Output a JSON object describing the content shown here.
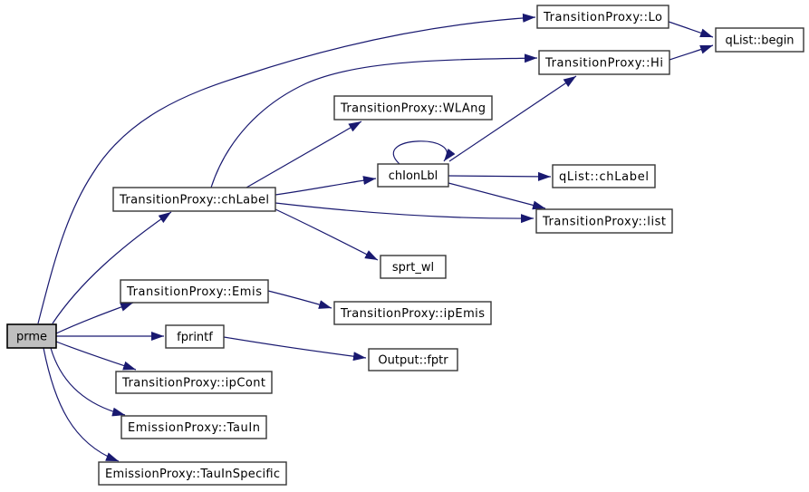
{
  "diagram": {
    "type": "call-graph",
    "colors": {
      "background": "#ffffff",
      "edge": "#191970",
      "node_border": "#363636",
      "node_fill": "#ffffff",
      "root_node_fill": "#bfbfbf",
      "text": "#000000"
    },
    "nodes": [
      {
        "id": "prme",
        "label": "prme",
        "root": true
      },
      {
        "id": "lo",
        "label": "TransitionProxy::Lo",
        "root": false
      },
      {
        "id": "begin",
        "label": "qList::begin",
        "root": false
      },
      {
        "id": "hi",
        "label": "TransitionProxy::Hi",
        "root": false
      },
      {
        "id": "wlang",
        "label": "TransitionProxy::WLAng",
        "root": false
      },
      {
        "id": "chionlbl",
        "label": "chIonLbl",
        "root": false
      },
      {
        "id": "qlist-chlabel",
        "label": "qList::chLabel",
        "root": false
      },
      {
        "id": "chlabel",
        "label": "TransitionProxy::chLabel",
        "root": false
      },
      {
        "id": "list",
        "label": "TransitionProxy::list",
        "root": false
      },
      {
        "id": "sprt-wl",
        "label": "sprt_wl",
        "root": false
      },
      {
        "id": "emis",
        "label": "TransitionProxy::Emis",
        "root": false
      },
      {
        "id": "ipemis",
        "label": "TransitionProxy::ipEmis",
        "root": false
      },
      {
        "id": "fprintf",
        "label": "fprintf",
        "root": false
      },
      {
        "id": "fptr",
        "label": "Output::fptr",
        "root": false
      },
      {
        "id": "ipcont",
        "label": "TransitionProxy::ipCont",
        "root": false
      },
      {
        "id": "tauin",
        "label": "EmissionProxy::TauIn",
        "root": false
      },
      {
        "id": "tauinspecific",
        "label": "EmissionProxy::TauInSpecific",
        "root": false
      }
    ],
    "edges": [
      {
        "from": "prme",
        "to": "lo"
      },
      {
        "from": "prme",
        "to": "chlabel"
      },
      {
        "from": "prme",
        "to": "emis"
      },
      {
        "from": "prme",
        "to": "fprintf"
      },
      {
        "from": "prme",
        "to": "ipcont"
      },
      {
        "from": "prme",
        "to": "tauin"
      },
      {
        "from": "prme",
        "to": "tauinspecific"
      },
      {
        "from": "lo",
        "to": "begin"
      },
      {
        "from": "hi",
        "to": "begin"
      },
      {
        "from": "chlabel",
        "to": "hi"
      },
      {
        "from": "chlabel",
        "to": "wlang"
      },
      {
        "from": "chlabel",
        "to": "chionlbl"
      },
      {
        "from": "chlabel",
        "to": "list"
      },
      {
        "from": "chlabel",
        "to": "sprt-wl"
      },
      {
        "from": "chionlbl",
        "to": "chionlbl"
      },
      {
        "from": "chionlbl",
        "to": "hi"
      },
      {
        "from": "chionlbl",
        "to": "qlist-chlabel"
      },
      {
        "from": "chionlbl",
        "to": "list"
      },
      {
        "from": "emis",
        "to": "ipemis"
      },
      {
        "from": "fprintf",
        "to": "fptr"
      }
    ]
  }
}
